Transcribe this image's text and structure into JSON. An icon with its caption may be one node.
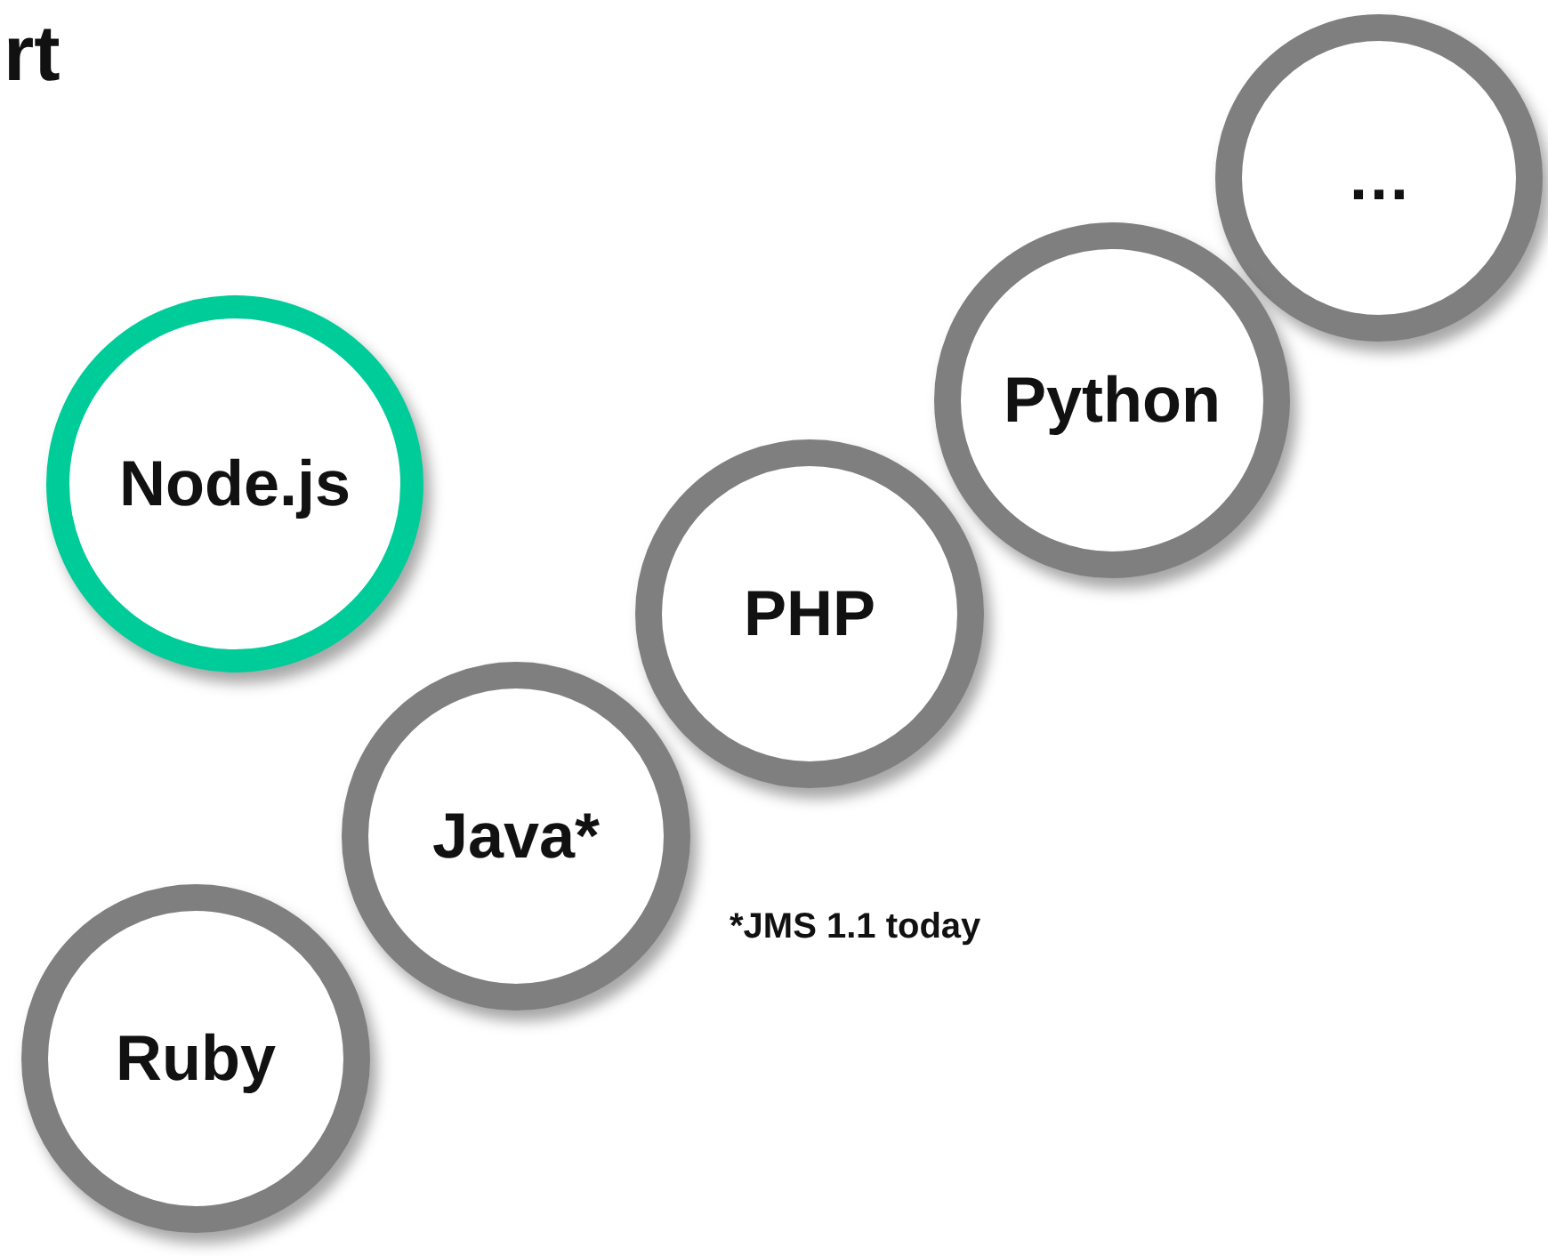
{
  "diagram": {
    "title": "rt",
    "nodes": [
      {
        "text": [
          "Node.js"
        ]
      },
      {
        "text": [
          "Ruby"
        ]
      },
      {
        "text": [
          "Java*"
        ]
      },
      {
        "text": [
          "PHP"
        ]
      },
      {
        "text": [
          "Python"
        ]
      },
      {
        "text": [
          "…"
        ]
      }
    ],
    "labels": [
      "*JMS 1.1 today"
    ]
  }
}
